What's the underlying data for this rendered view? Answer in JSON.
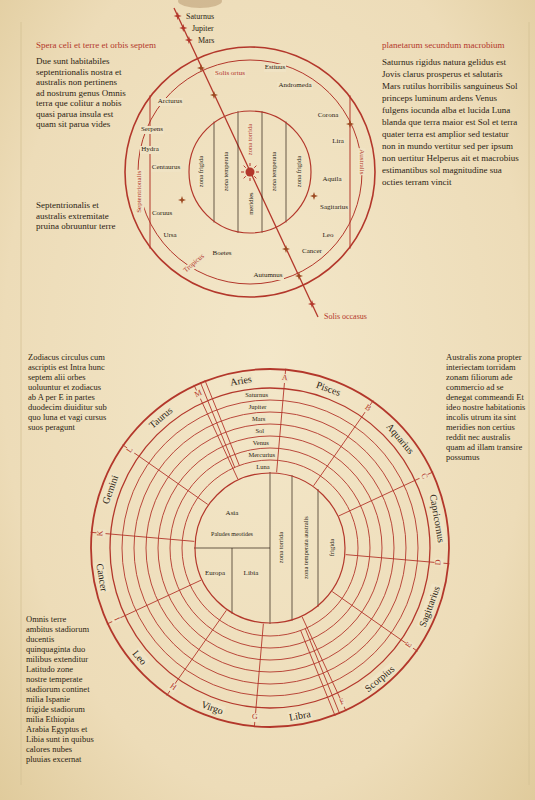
{
  "diagram": {
    "nodes": [
      {
        "text": [
          "Solis ortus",
          "Estiuus",
          "Andromeda",
          "Arcturus",
          "Corona",
          "Serpens",
          "Lira",
          "Hydra",
          "Centaurus",
          "Aquila",
          "Australis",
          "Septentrionalis",
          "Sagitarius",
          "Coruus",
          "Ursa",
          "Leo",
          "Boetes",
          "Cancer",
          "Tropicus",
          "Autumnus"
        ]
      },
      {
        "text": [
          "zona frigida",
          "zona temperata",
          "zona torrida",
          "meridies",
          "zona temperata",
          "zona frigida"
        ],
        "in": 0
      },
      {
        "text": [
          "Aries",
          "Pisces",
          "Aquarius",
          "Capricornus",
          "Sagittarius",
          "Scorpius",
          "Libra",
          "Virgo",
          "Leo",
          "Cancer",
          "Gemini",
          "Taurus",
          "A",
          "B",
          "C",
          "D",
          "E",
          "F",
          "G",
          "H",
          "I",
          "K",
          "L",
          "M",
          "Saturnus",
          "Jupiter",
          "Mars",
          "Sol",
          "Venus",
          "Mercurius",
          "Luna"
        ]
      },
      {
        "text": [
          "Asia",
          "Paludes meotides",
          "Europa",
          "Libia",
          "zona torrida",
          "zona temperata australis",
          "frigida"
        ],
        "in": 2
      }
    ],
    "labels": [
      "Saturnus",
      "Jupiter",
      "Mars",
      "Spera celi et terre et orbis septem",
      "Due sunt habitabiles septentrionalis nostra et australis non pertinens ad nostrum genus Omnis terra que colitur a nobis quasi parua insula est quam sit parua vides",
      "planetarum secundum macrobium",
      "Saturnus rigidus natura gelidus est Jovis clarus prosperus et salutaris Mars rutilus horribilis sanguineus Sol princeps luminum ardens Venus fulgens iocunda alba et lucida Luna blanda que terra maior est Sol et terra quater terra est amplior sed testatur non in mundo vertitur sed per ipsum non uertitur Helperus ait et macrobius estimantibus sol magnitudine sua octies terram vincit",
      "Septentrionalis et australis extremitate pruina obruuntur terre",
      "Solis occasus",
      "Zodiacus circulus cum ascriptis est Intra hunc septem alii orbes uoluuntur et zodiacus ab A per E in partes duodecim diuiditur sub quo luna et vagi cursus suos peragunt",
      "Australis zona propter interiectam torridam zonam filiorum ade commercio ad se denegat commeandi Et ideo nostre habitationis incolis utrum ita sint meridies non certius reddit nec australis quam ad illam transire possumus",
      "Omnis terre ambitus stadiorum ducentis quinquaginta duo milibus extenditur Latitudo zone nostre temperate stadiorum continet milia Ispanie frigide stadiorum milia Ethiopia Arabia Egyptus et Libia sunt in quibus calores nubes pluuias excernat"
    ]
  }
}
